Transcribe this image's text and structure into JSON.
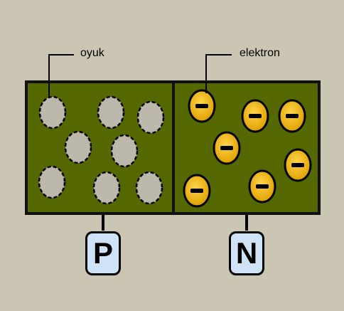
{
  "labels": {
    "hole": "oyuk",
    "electron": "elektron"
  },
  "terminals": {
    "p": "P",
    "n": "N"
  },
  "colors": {
    "background": "#cbc5b3",
    "material": "#556800",
    "hole_fill": "#bcb8ac",
    "electron_fill": "#f2b713",
    "terminal_fill": "#cfe3f7"
  }
}
